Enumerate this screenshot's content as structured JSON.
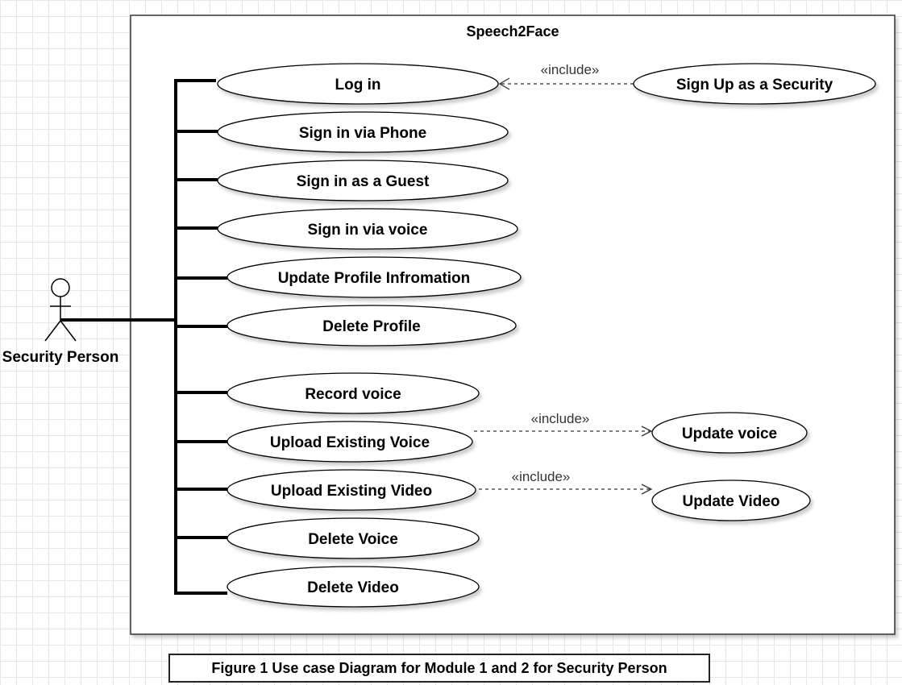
{
  "system": {
    "title": "Speech2Face"
  },
  "actor": {
    "label": "Security Person"
  },
  "use_cases": [
    {
      "label": "Log in"
    },
    {
      "label": "Sign in via Phone"
    },
    {
      "label": "Sign in as a Guest"
    },
    {
      "label": "Sign in via voice"
    },
    {
      "label": "Update Profile Infromation"
    },
    {
      "label": "Delete Profile"
    },
    {
      "label": "Record voice"
    },
    {
      "label": "Upload Existing Voice"
    },
    {
      "label": "Upload Existing Video"
    },
    {
      "label": "Delete Voice"
    },
    {
      "label": "Delete Video"
    }
  ],
  "extra_use_cases": [
    {
      "label": "Sign Up as a Security"
    },
    {
      "label": "Update voice"
    },
    {
      "label": "Update Video"
    }
  ],
  "relations": [
    {
      "label": "«include»"
    },
    {
      "label": "«include»"
    },
    {
      "label": "«include»"
    }
  ],
  "caption": "Figure 1 Use case Diagram for Module 1 and 2 for Security Person"
}
